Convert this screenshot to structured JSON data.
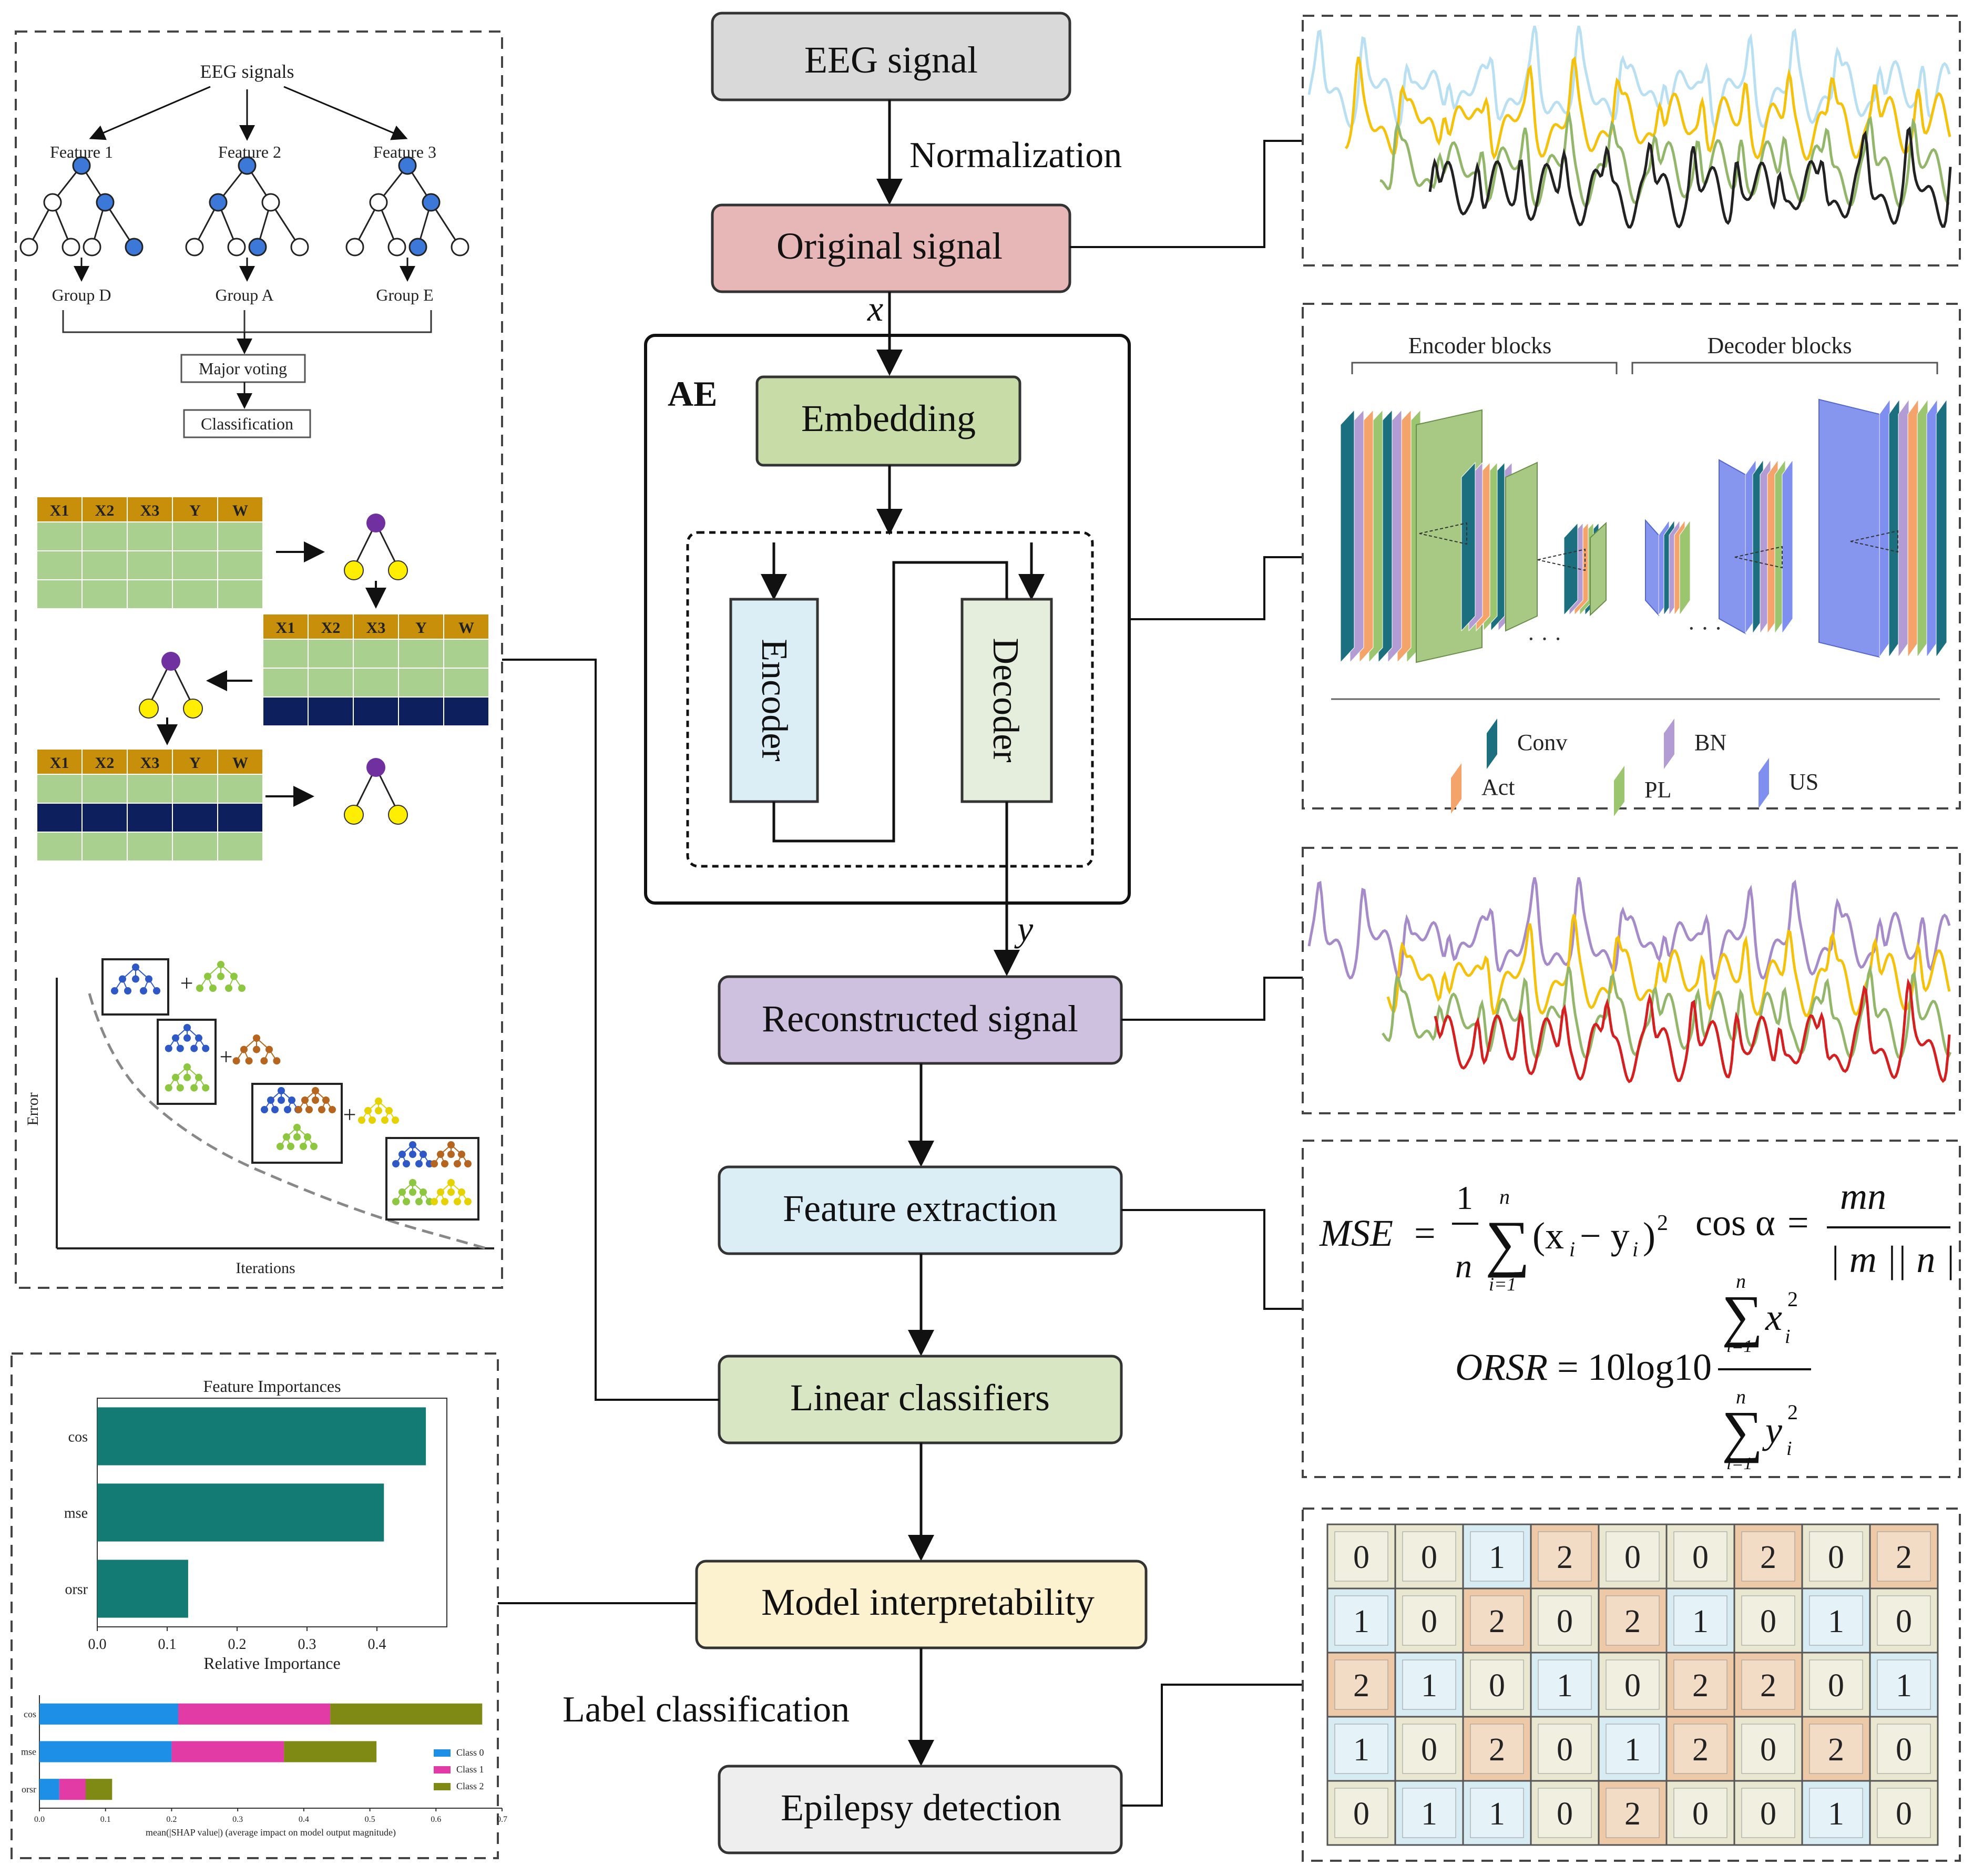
{
  "flow": {
    "eeg_signal": "EEG signal",
    "normalization": "Normalization",
    "original_signal": "Original signal",
    "x_label": "x",
    "ae_label": "AE",
    "embedding": "Embedding",
    "encoder": "Encoder",
    "decoder": "Decoder",
    "y_label": "y",
    "reconstructed_signal": "Reconstructed signal",
    "feature_extraction": "Feature extraction",
    "linear_classifiers": "Linear classifiers",
    "model_interpretability": "Model interpretability",
    "label_classification": "Label classification",
    "epilepsy_detection": "Epilepsy detection"
  },
  "random_forest": {
    "root": "EEG signals",
    "features": [
      "Feature 1",
      "Feature 2",
      "Feature 3"
    ],
    "groups": [
      "Group D",
      "Group A",
      "Group E"
    ],
    "voting": "Major voting",
    "classification": "Classification"
  },
  "bagging": {
    "columns": [
      "X1",
      "X2",
      "X3",
      "Y",
      "W"
    ]
  },
  "boosting": {
    "ylabel": "Error",
    "xlabel": "Iterations"
  },
  "ae_arch": {
    "encoder_blocks": "Encoder blocks",
    "decoder_blocks": "Decoder blocks",
    "legend": [
      {
        "label": "Conv",
        "color": "#1b6f7e"
      },
      {
        "label": "BN",
        "color": "#b39bd3"
      },
      {
        "label": "Act",
        "color": "#f4a46a"
      },
      {
        "label": "PL",
        "color": "#9cc56f"
      },
      {
        "label": "US",
        "color": "#7e8ff0"
      }
    ]
  },
  "formulas": {
    "mse_lhs": "MSE",
    "cos_lhs": "cos α",
    "orsr_lhs": "ORSR",
    "orsr_coef": "10log10"
  },
  "label_grid": [
    [
      "0",
      "0",
      "1",
      "2",
      "0",
      "0",
      "2",
      "0",
      "2"
    ],
    [
      "1",
      "0",
      "2",
      "0",
      "2",
      "1",
      "0",
      "1",
      "0"
    ],
    [
      "2",
      "1",
      "0",
      "1",
      "0",
      "2",
      "2",
      "0",
      "1"
    ],
    [
      "1",
      "0",
      "2",
      "0",
      "1",
      "2",
      "0",
      "2",
      "0"
    ],
    [
      "0",
      "1",
      "1",
      "0",
      "2",
      "0",
      "0",
      "1",
      "0"
    ]
  ],
  "chart_data": [
    {
      "type": "bar",
      "title": "Feature Importances",
      "categories": [
        "cos",
        "mse",
        "orsr"
      ],
      "values": [
        0.47,
        0.41,
        0.13
      ],
      "xlabel": "Relative Importance",
      "xticks": [
        "0.0",
        "0.1",
        "0.2",
        "0.3",
        "0.4"
      ],
      "xlim": [
        0,
        0.5
      ],
      "color": "#137a74"
    },
    {
      "type": "bar",
      "stacked": true,
      "orientation": "horizontal",
      "categories": [
        "cos",
        "mse",
        "orsr"
      ],
      "series": [
        {
          "name": "Class 0",
          "values": [
            0.21,
            0.2,
            0.03
          ],
          "color": "#1d8fe6"
        },
        {
          "name": "Class 1",
          "values": [
            0.23,
            0.17,
            0.04
          ],
          "color": "#e23ba5"
        },
        {
          "name": "Class 2",
          "values": [
            0.23,
            0.14,
            0.04
          ],
          "color": "#7f8a14"
        }
      ],
      "xlabel": "mean(|SHAP value|) (average impact on model output magnitude)",
      "xticks": [
        "0.0",
        "0.1",
        "0.2",
        "0.3",
        "0.4",
        "0.5",
        "0.6",
        "0.7"
      ],
      "xlim": [
        0,
        0.7
      ],
      "legend": "bottom-right"
    }
  ]
}
